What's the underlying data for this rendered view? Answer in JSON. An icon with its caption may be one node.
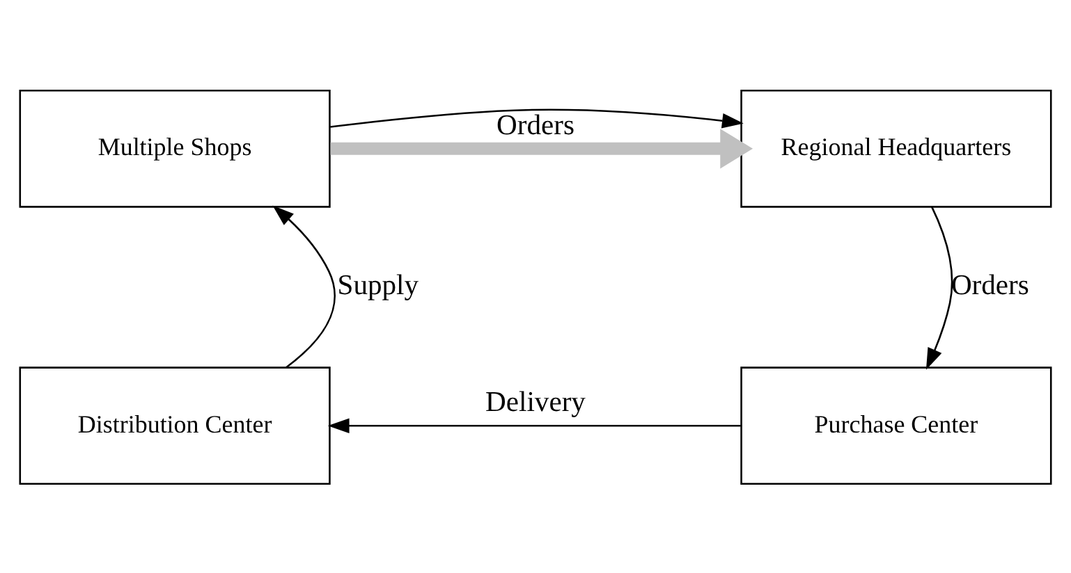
{
  "diagram": {
    "nodes": [
      {
        "text": [
          "Multiple Shops"
        ]
      },
      {
        "text": [
          "Regional Headquarters"
        ]
      },
      {
        "text": [
          "Purchase Center"
        ]
      },
      {
        "text": [
          "Distribution Center"
        ]
      }
    ],
    "edges": [
      {
        "from": 0,
        "to": 1,
        "arrow": "to",
        "label": "Orders",
        "style": "thick",
        "color": "#c0c0c0"
      },
      {
        "from": 0,
        "to": 1,
        "arrow": "to"
      },
      {
        "from": 1,
        "to": 2,
        "arrow": "to",
        "label": "Orders"
      },
      {
        "from": 2,
        "to": 3,
        "arrow": "to",
        "label": "Delivery"
      },
      {
        "from": 3,
        "to": 0,
        "arrow": "to",
        "label": "Supply"
      }
    ]
  }
}
